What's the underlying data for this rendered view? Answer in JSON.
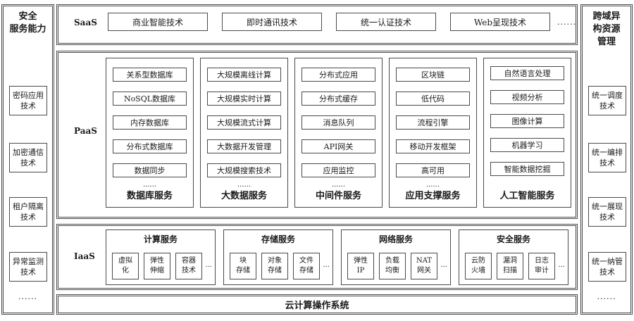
{
  "left_panel": {
    "title": "安全\n服务能力",
    "items": [
      "密码应用\n技术",
      "加密通信\n技术",
      "租户隔离\n技术",
      "异常监测\n技术"
    ],
    "more": "......"
  },
  "right_panel": {
    "title": "跨域异\n构资源\n管理",
    "items": [
      "统一调度\n技术",
      "统一编排\n技术",
      "统一展现\n技术",
      "统一纳管\n技术"
    ],
    "more": "......"
  },
  "saas": {
    "label": "SaaS",
    "items": [
      "商业智能技术",
      "即时通讯技术",
      "统一认证技术",
      "Web呈现技术"
    ],
    "more": "......"
  },
  "paas": {
    "label": "PaaS",
    "columns": [
      {
        "title": "数据库服务",
        "items": [
          "关系型数据库",
          "NoSQL数据库",
          "内存数据库",
          "分布式数据库",
          "数据同步"
        ],
        "more": "......"
      },
      {
        "title": "大数据服务",
        "items": [
          "大规模离线计算",
          "大规模实时计算",
          "大规模流式计算",
          "大数据开发管理",
          "大规模搜索技术"
        ],
        "more": "......"
      },
      {
        "title": "中间件服务",
        "items": [
          "分布式应用",
          "分布式缓存",
          "消息队列",
          "API网关",
          "应用监控"
        ],
        "more": "......"
      },
      {
        "title": "应用支撑服务",
        "items": [
          "区块链",
          "低代码",
          "流程引擎",
          "移动开发框架",
          "高可用"
        ],
        "more": "......"
      },
      {
        "title": "人工智能服务",
        "items": [
          "自然语言处理",
          "视频分析",
          "图像计算",
          "机器学习",
          "智能数据挖掘"
        ],
        "more": ""
      }
    ]
  },
  "iaas": {
    "label": "IaaS",
    "groups": [
      {
        "title": "计算服务",
        "items": [
          "虚拟\n化",
          "弹性\n伸缩",
          "容器\n技术"
        ],
        "more": "..."
      },
      {
        "title": "存储服务",
        "items": [
          "块\n存储",
          "对象\n存储",
          "文件\n存储"
        ],
        "more": "..."
      },
      {
        "title": "网络服务",
        "items": [
          "弹性\nIP",
          "负载\n均衡",
          "NAT\n网关"
        ],
        "more": "..."
      },
      {
        "title": "安全服务",
        "items": [
          "云防\n火墙",
          "漏洞\n扫描",
          "日志\n审计"
        ],
        "more": "..."
      }
    ]
  },
  "os": {
    "label": "云计算操作系统"
  }
}
